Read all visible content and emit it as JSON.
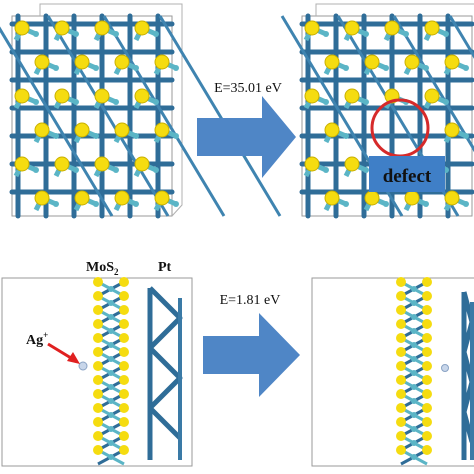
{
  "top_panel": {
    "energy_label": "E=35.01 eV",
    "defect_label": "defect"
  },
  "bottom_panel": {
    "energy_label": "E=1.81 eV",
    "mos2_label": {
      "base": "MoS",
      "sub": "2"
    },
    "pt_label": "Pt",
    "ag_label": {
      "base": "Ag",
      "sup": "+"
    }
  },
  "colors": {
    "sulfur": "#f5dc10",
    "molybdenum": "#5bb5c6",
    "bond_dark": "#2f6d98",
    "arrow_fill": "#4f86c6",
    "defect_circle": "#d62a2a",
    "defect_box": "#3f7fc7",
    "defect_text": "#d4282a",
    "ag_arrow": "#e02020",
    "box_line": "#9a9a9a"
  },
  "icons": {
    "process_arrow": "right-block-arrow-icon",
    "pointer_arrow": "red-pointer-arrow-icon"
  }
}
